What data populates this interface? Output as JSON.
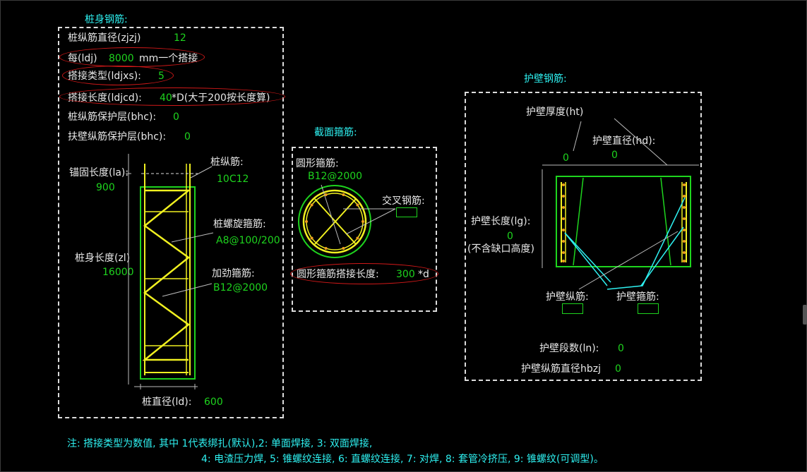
{
  "sections": {
    "pile_rebar_title": "桩身钢筋:",
    "section_stirrup_title": "截面箍筋:",
    "wall_rebar_title": "护壁钢筋:"
  },
  "pile": {
    "long_dia_label": "桩纵筋直径(zjzj)",
    "long_dia_value": "12",
    "lap_every_prefix": "每(ldj)",
    "lap_every_value": "8000",
    "lap_every_suffix": "mm一个搭接",
    "lap_type_label": "搭接类型(ldjxs):",
    "lap_type_value": "5",
    "lap_len_label": "搭接长度(ldjcd):",
    "lap_len_value": "40",
    "lap_len_suffix": "*D(大于200按长度算)",
    "cover_label": "桩纵筋保护层(bhc):",
    "cover_value": "0",
    "wall_cover_label": "扶壁纵筋保护层(bhc):",
    "wall_cover_value": "0",
    "anchor_label": "锚固长度(la):",
    "anchor_value": "900",
    "long_bar_label": "桩纵筋:",
    "long_bar_value": "10C12",
    "spiral_label": "桩螺旋箍筋:",
    "spiral_value": "A8@100/200",
    "pile_len_label": "桩身长度(zl)",
    "pile_len_value": "16000",
    "stiff_label": "加劲箍筋:",
    "stiff_value": "B12@2000",
    "dia_label": "桩直径(ld):",
    "dia_value": "600"
  },
  "section": {
    "circle_label": "圆形箍筋:",
    "circle_value": "B12@2000",
    "cross_label": "交叉钢筋:",
    "lap_label": "圆形箍筋搭接长度:",
    "lap_value": "300",
    "lap_suffix": "*d"
  },
  "wall": {
    "thickness_label": "护壁厚度(ht)",
    "thickness_value": "0",
    "dia_label": "护壁直径(hd):",
    "dia_value": "0",
    "length_label": "护壁长度(lg):",
    "length_value": "0",
    "length_note": "(不含缺口高度)",
    "long_bar_label": "护壁纵筋:",
    "stirrup_label": "护壁箍筋:",
    "segments_label": "护壁段数(ln):",
    "segments_value": "0",
    "long_dia_label": "护壁纵筋直径hbzj",
    "long_dia_value": "0"
  },
  "notes": {
    "line1": "注: 搭接类型为数值, 其中 1代表绑扎(默认),2: 单面焊接, 3: 双面焊接,",
    "line2": "4: 电渣压力焊, 5: 锥螺纹连接, 6: 直螺纹连接, 7: 对焊, 8: 套管冷挤压, 9: 锥螺纹(可调型)。"
  },
  "colors": {
    "background": "#000000",
    "title": "#2ef0f0",
    "value": "#1ed41e",
    "rebar": "#f0f020",
    "outline": "#1ed41e",
    "highlight": "#d01818",
    "cyan_line": "#2ef0f0"
  }
}
